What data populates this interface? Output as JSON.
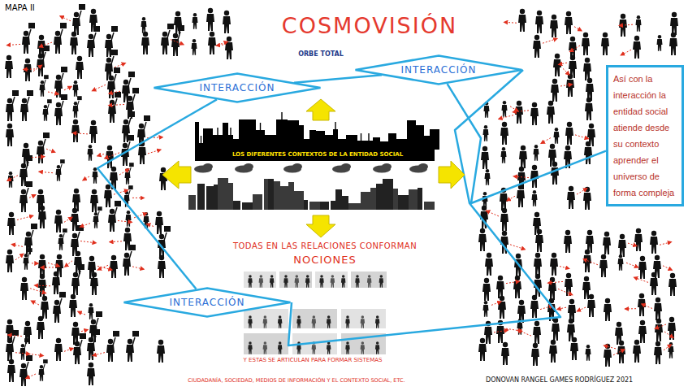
{
  "diagram": {
    "title": "COSMOVISIÓN",
    "nodes": [
      {
        "text": [
          "INTERACCIÓN"
        ]
      },
      {
        "text": [
          "INTERACCIÓN"
        ]
      },
      {
        "text": [
          "Así con la interacción la entidad social atiende desde su contexto aprender el universo de forma compleja"
        ]
      },
      {
        "text": [
          "INTERACCIÓN"
        ]
      }
    ],
    "edges": [
      {
        "from": 0,
        "to": 1,
        "arrow": "none"
      },
      {
        "from": 1,
        "to": 2,
        "arrow": "none"
      },
      {
        "from": 3,
        "to": 0,
        "arrow": "none"
      }
    ],
    "labels": [
      "MAPA II",
      "ORBE TOTAL",
      "LOS DIFERENTES CONTEXTOS DE LA ENTIDAD SOCIAL",
      "TODAS EN LAS RELACIONES CONFORMAN",
      "NOCIONES",
      "Y ESTAS SE ARTICULAN PARA FORMAR SISTEMAS",
      "CIUDADANÍA, SOCIEDAD, MEDIOS DE INFORMACIÓN Y EL CONTEXTO SOCIAL, ETC.",
      "DONOVAN RANGEL GAMES RODRÍGUEZ 2021"
    ]
  }
}
